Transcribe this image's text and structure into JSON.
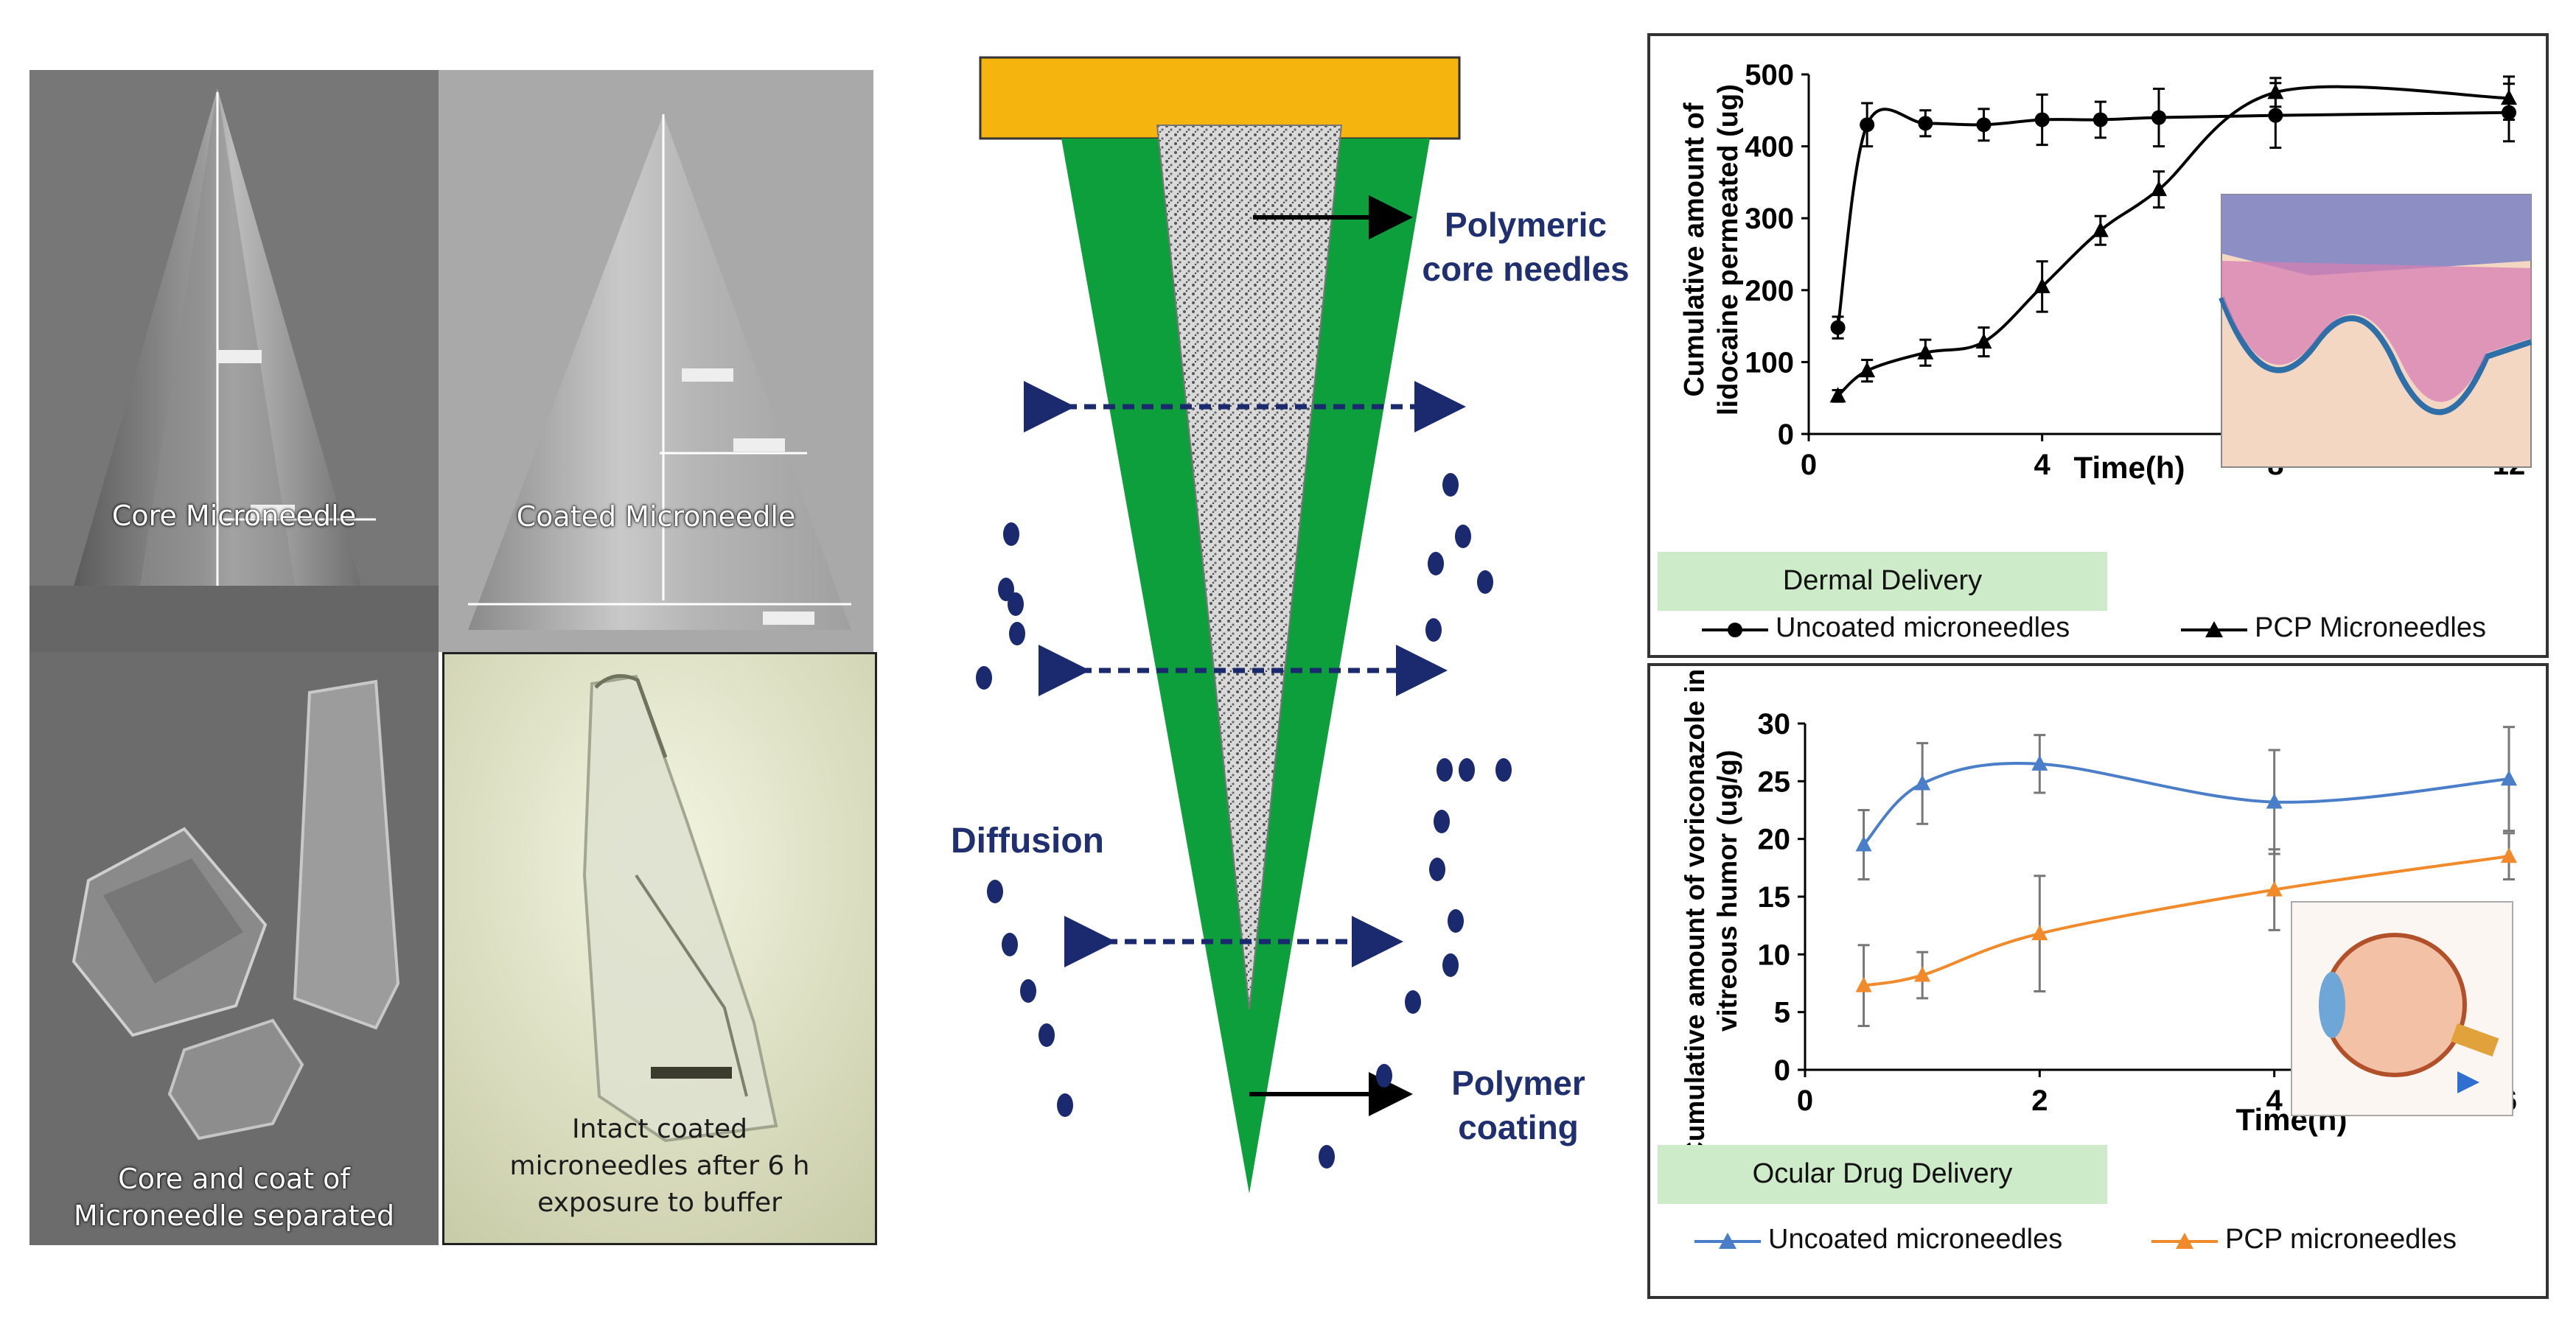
{
  "sem_panels": {
    "core": "Core Microneedle",
    "coated": "Coated Microneedle",
    "separated": "Core and coat of Microneedle separated",
    "intact": "Intact coated microneedles after 6 h exposure to buffer"
  },
  "diagram": {
    "label_core": "Polymeric core needles",
    "label_coating": "Polymer coating",
    "label_diffusion": "Diffusion",
    "colors": {
      "base": "#f6b40f",
      "coating": "#0e9f3d",
      "core": "#d6d6d6",
      "dots": "#1b2a6e"
    }
  },
  "chart_data": [
    {
      "type": "line",
      "title": "",
      "xlabel": "Time(h)",
      "ylabel": "Cumulative amount of lidocaine permeated (ug)",
      "xlim": [
        0,
        12
      ],
      "ylim": [
        0,
        500
      ],
      "xticks": [
        "0",
        "4",
        "8",
        "12"
      ],
      "yticks": [
        "0",
        "100",
        "200",
        "300",
        "400",
        "500"
      ],
      "banner": "Dermal Delivery",
      "series": [
        {
          "name": "Uncoated microneedles",
          "marker": "circle",
          "color": "#000000",
          "x": [
            0.5,
            1,
            2,
            3,
            4,
            5,
            6,
            8,
            12
          ],
          "y": [
            148,
            430,
            432,
            430,
            437,
            437,
            440,
            443,
            447
          ],
          "err": [
            15,
            30,
            18,
            22,
            35,
            25,
            40,
            45,
            40
          ]
        },
        {
          "name": "PCP Microneedles",
          "marker": "triangle",
          "color": "#000000",
          "x": [
            0.5,
            1,
            2,
            3,
            4,
            5,
            6,
            8,
            12
          ],
          "y": [
            53,
            88,
            113,
            128,
            205,
            283,
            340,
            475,
            467
          ],
          "err": [
            8,
            15,
            18,
            20,
            35,
            20,
            25,
            20,
            30
          ]
        }
      ],
      "inset": "skin-histology-image"
    },
    {
      "type": "line",
      "title": "",
      "xlabel": "Time(h)",
      "ylabel": "Cumulative amount of voriconazole in the vitreous humor (ug/g)",
      "xlim": [
        0,
        6
      ],
      "ylim": [
        0,
        30
      ],
      "xticks": [
        "0",
        "2",
        "4",
        "6"
      ],
      "yticks": [
        "0",
        "5",
        "10",
        "15",
        "20",
        "25",
        "30"
      ],
      "banner": "Ocular Drug Delivery",
      "series": [
        {
          "name": "Uncoated microneedles",
          "marker": "triangle",
          "color": "#4a7ec9",
          "x": [
            0.5,
            1,
            2,
            4,
            6
          ],
          "y": [
            19.5,
            24.8,
            26.5,
            23.2,
            25.2
          ],
          "err": [
            3.0,
            3.5,
            2.5,
            4.5,
            4.5
          ]
        },
        {
          "name": "PCP microneedles",
          "marker": "triangle",
          "color": "#f08a2b",
          "x": [
            0.5,
            1,
            2,
            4,
            6
          ],
          "y": [
            7.3,
            8.2,
            11.8,
            15.6,
            18.5
          ],
          "err": [
            3.5,
            2.0,
            5.0,
            3.5,
            2.0
          ]
        }
      ],
      "inset": "eye-anatomy-image"
    }
  ]
}
